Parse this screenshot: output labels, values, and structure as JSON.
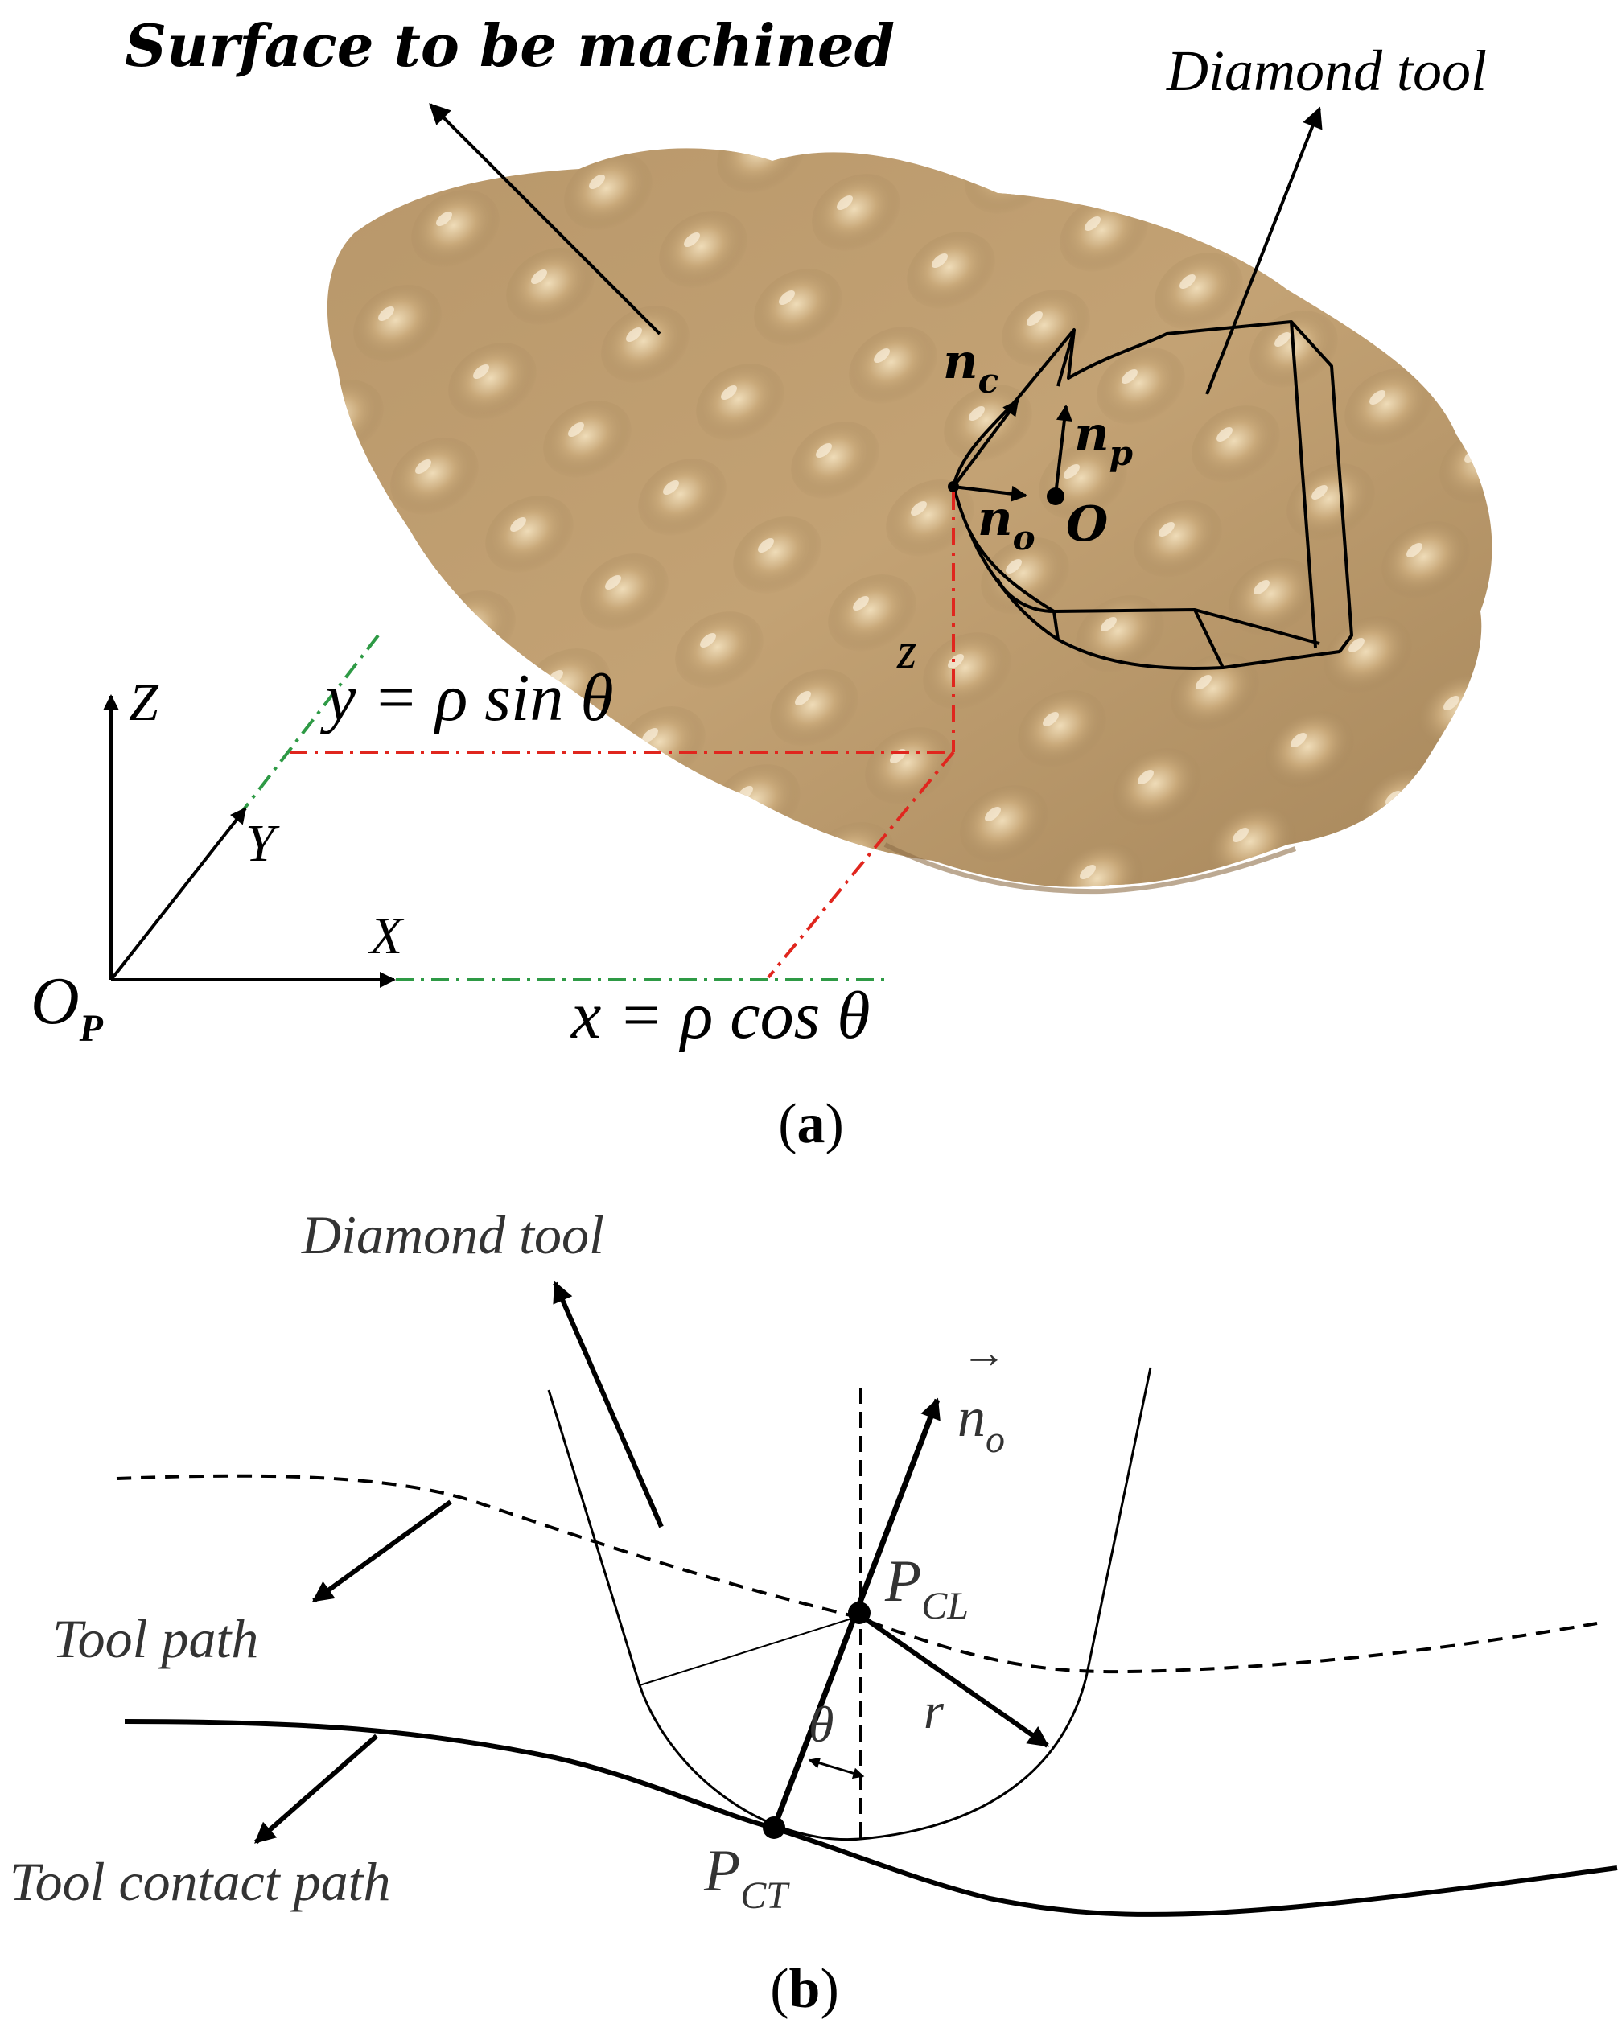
{
  "colors": {
    "surface": "#c9a97a",
    "surface_dark": "#9b7c50",
    "surface_light": "#ead3ac",
    "ink": "#000000",
    "red_dashdot": "#e0261e",
    "green_dashdot": "#2e9a45"
  },
  "panel_a": {
    "caption_open": "(",
    "caption_letter": "a",
    "caption_close": ")",
    "label_surface": "Surface to be machined",
    "label_tool": "Diamond tool",
    "axis_z": "Z",
    "axis_y": "Y",
    "axis_x": "X",
    "origin": "O",
    "origin_sub": "P",
    "eq_y": "y = ρ sin θ",
    "eq_x": "x = ρ cos θ",
    "z_label": "z",
    "vec_nc": "n",
    "vec_nc_sub": "c",
    "vec_np": "n",
    "vec_np_sub": "p",
    "vec_no": "n",
    "vec_no_sub": "o",
    "point_o": "O"
  },
  "panel_b": {
    "caption_open": "(",
    "caption_letter": "b",
    "caption_close": ")",
    "label_tool": "Diamond tool",
    "label_tool_path": "Tool path",
    "label_contact_path": "Tool contact path",
    "vec_no": "n",
    "vec_no_sub": "o",
    "vec_arrow": "→",
    "p_cl": "P",
    "p_cl_sub": "CL",
    "p_ct": "P",
    "p_ct_sub": "CT",
    "theta": "θ",
    "radius": "r"
  }
}
